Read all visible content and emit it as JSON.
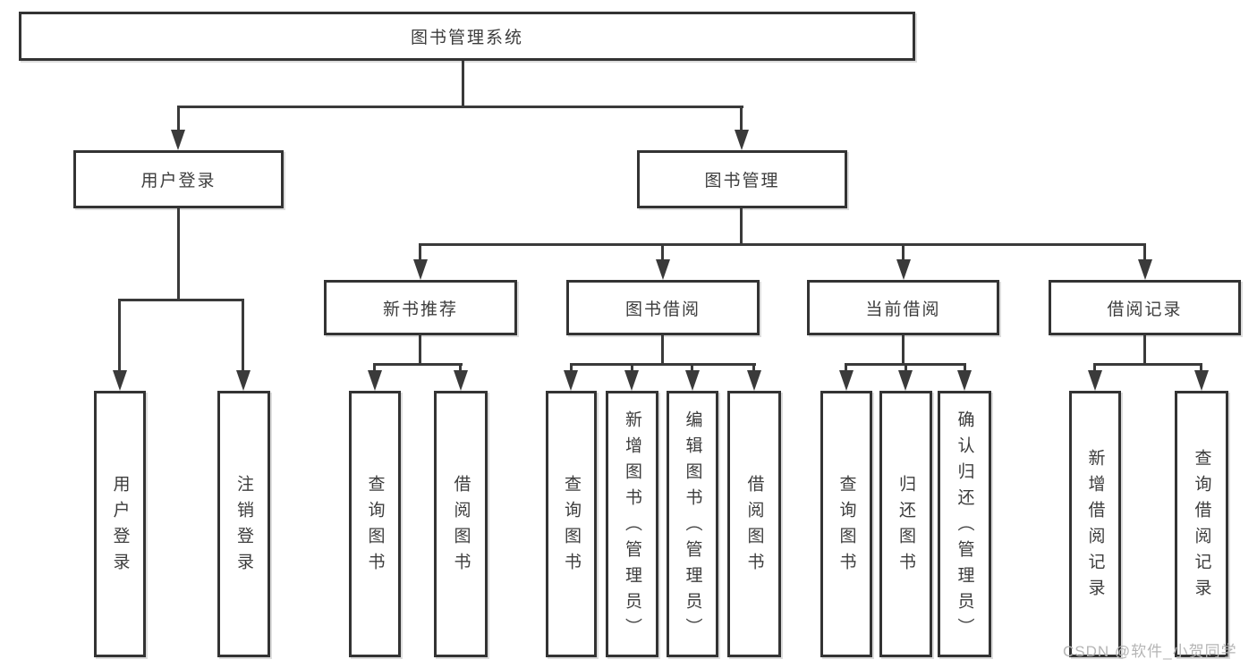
{
  "diagram": {
    "colors": {
      "background": "#ffffff",
      "box_border": "#333333",
      "line": "#3a3a3a",
      "text": "#3d3d3d",
      "watermark": "#b5b5b5"
    },
    "tree": {
      "root": {
        "label": "图书管理系统"
      },
      "level2": [
        {
          "label": "用户登录",
          "children": [
            {
              "label": "用户登录"
            },
            {
              "label": "注销登录"
            }
          ]
        },
        {
          "label": "图书管理",
          "children": [
            {
              "label": "新书推荐",
              "children": [
                {
                  "label": "查询图书"
                },
                {
                  "label": "借阅图书"
                }
              ]
            },
            {
              "label": "图书借阅",
              "children": [
                {
                  "label": "查询图书"
                },
                {
                  "label": "新增图书（管理员）"
                },
                {
                  "label": "编辑图书（管理员）"
                },
                {
                  "label": "借阅图书"
                }
              ]
            },
            {
              "label": "当前借阅",
              "children": [
                {
                  "label": "查询图书"
                },
                {
                  "label": "归还图书"
                },
                {
                  "label": "确认归还（管理员）"
                }
              ]
            },
            {
              "label": "借阅记录",
              "children": [
                {
                  "label": "新增借阅记录"
                },
                {
                  "label": "查询借阅记录"
                }
              ]
            }
          ]
        }
      ]
    },
    "watermark": {
      "text": "CSDN @软件_小贺同学"
    }
  }
}
